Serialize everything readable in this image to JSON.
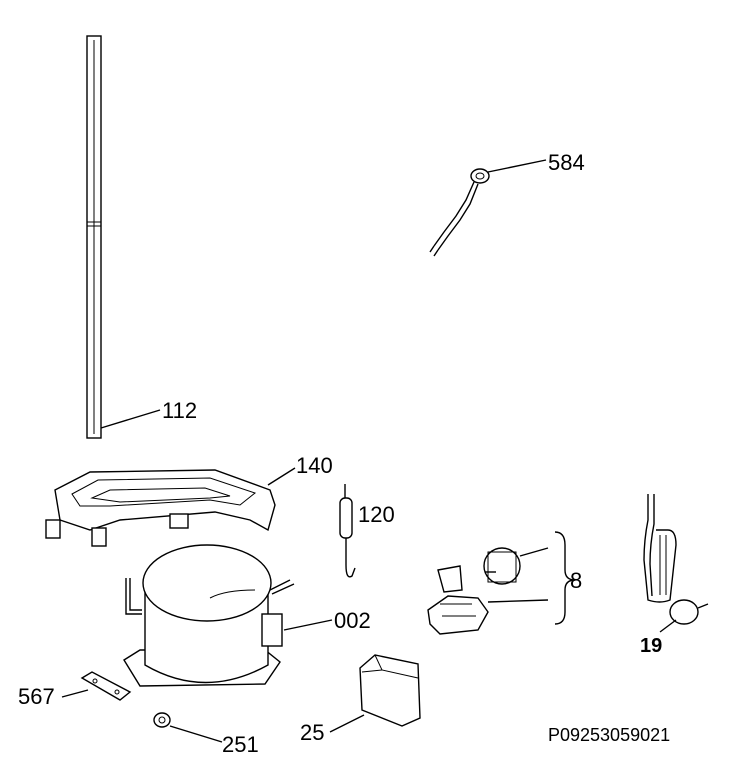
{
  "labels": {
    "p584": "584",
    "p112": "112",
    "p140": "140",
    "p120": "120",
    "p8": "8",
    "p002": "002",
    "p567": "567",
    "p251": "251",
    "p25": "25",
    "p19": "19"
  },
  "drawing_code": "P09253059021"
}
